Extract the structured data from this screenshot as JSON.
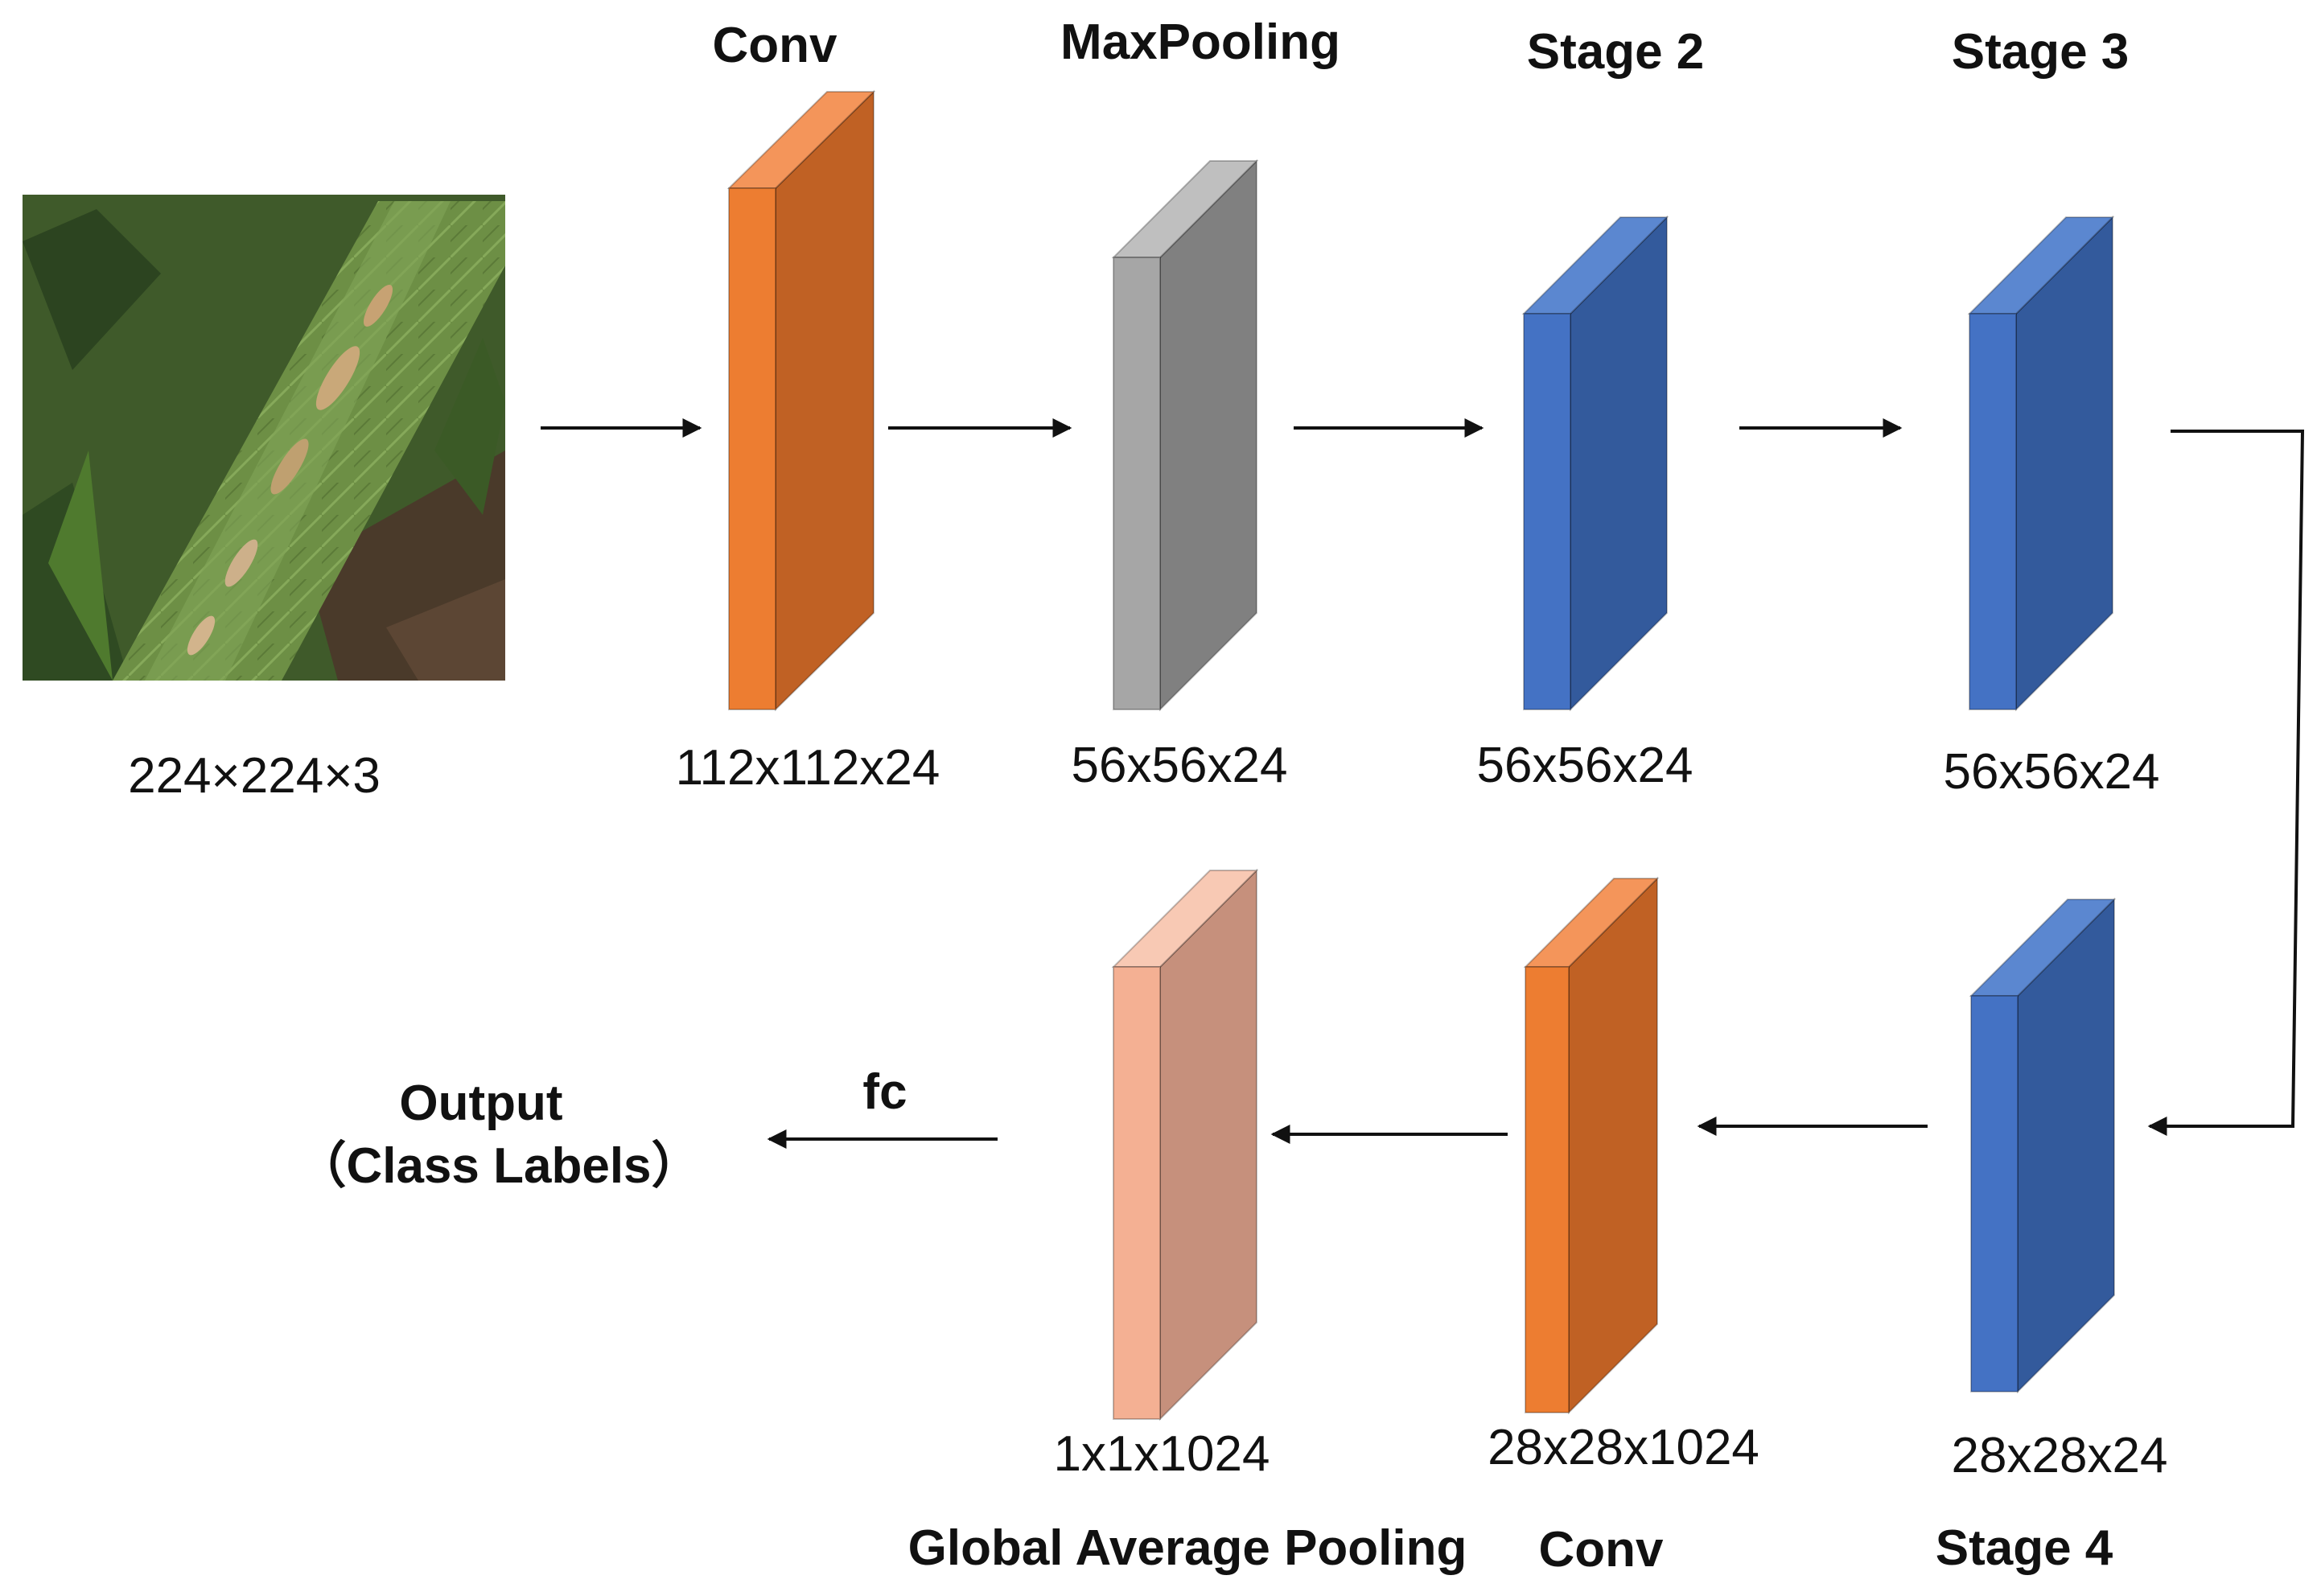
{
  "input": {
    "dims": "224×224×3"
  },
  "blocks": [
    {
      "id": "conv1",
      "title": "Conv",
      "dims": "112x112x24"
    },
    {
      "id": "maxpool",
      "title": "MaxPooling",
      "dims": "56x56x24"
    },
    {
      "id": "stage2",
      "title": "Stage 2",
      "dims": "56x56x24"
    },
    {
      "id": "stage3",
      "title": "Stage 3",
      "dims": "56x56x24"
    },
    {
      "id": "stage4",
      "title": "Stage 4",
      "dims": "28x28x24"
    },
    {
      "id": "conv5",
      "title": "Conv",
      "dims": "28x28x1024"
    },
    {
      "id": "globalpool",
      "title": "Global Average Pooling",
      "dims": "1x1x1024"
    }
  ],
  "fc_label": "fc",
  "output": {
    "line1": "Output",
    "line2": "（Class Labels）"
  },
  "colors": {
    "conv_front": "#ED7D31",
    "conv_side": "#C06124",
    "conv_top": "#F4955A",
    "pool_front": "#A6A6A6",
    "pool_side": "#808080",
    "pool_top": "#BFBFBF",
    "stage_front": "#4472C4",
    "stage_side": "#335A9C",
    "stage_top": "#5B87D0",
    "gap_front": "#F4B093",
    "gap_side": "#C6907C",
    "gap_top": "#F8C9B4"
  }
}
